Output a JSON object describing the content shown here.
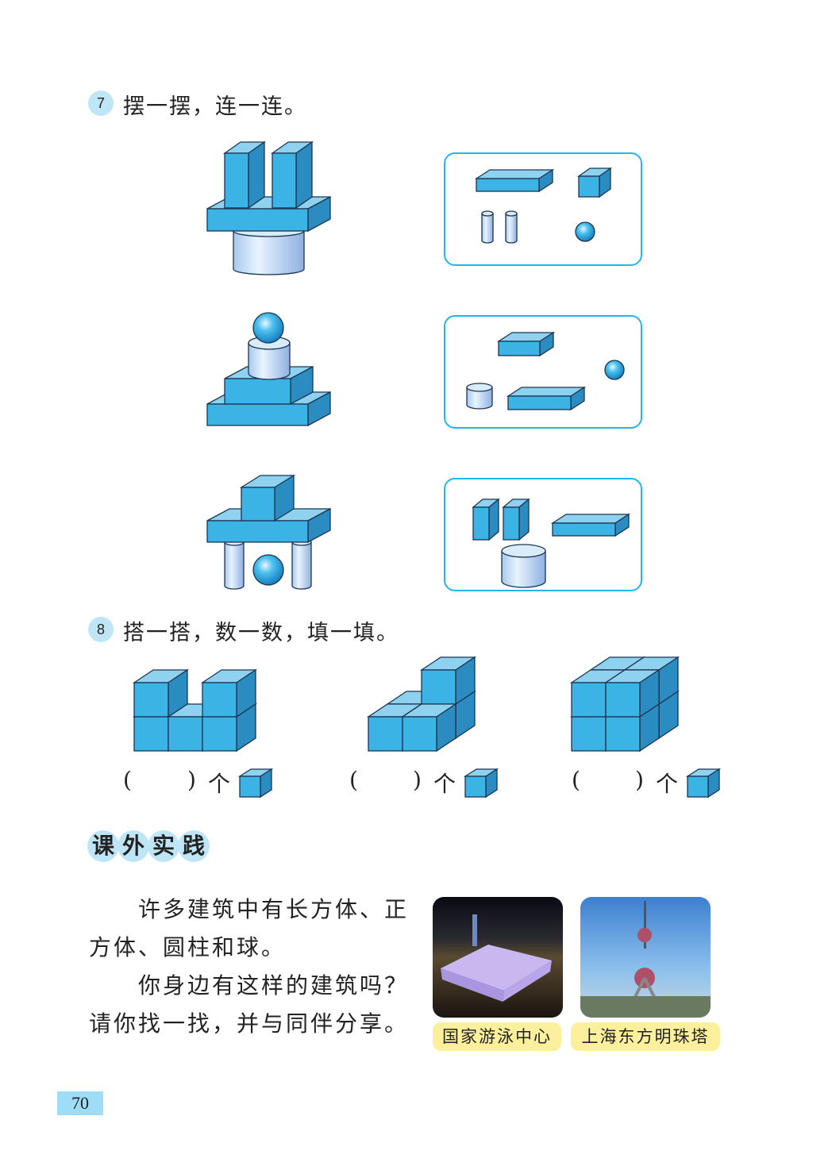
{
  "q7": {
    "number": "7",
    "title": "摆一摆，连一连。"
  },
  "q8": {
    "number": "8",
    "title": "搭一搭，数一数，填一填。",
    "answers": [
      {
        "open": "(",
        "close": ")",
        "unit": "个"
      },
      {
        "open": "(",
        "close": ")",
        "unit": "个"
      },
      {
        "open": "(",
        "close": ")",
        "unit": "个"
      }
    ]
  },
  "practice": {
    "title": [
      "课",
      "外",
      "实",
      "践"
    ],
    "para1": "许多建筑中有长方体、正方体、圆柱和球。",
    "para2": "你身边有这样的建筑吗？请你找一找，并与同伴分享。"
  },
  "photos": [
    {
      "caption": "国家游泳中心"
    },
    {
      "caption": "上海东方明珠塔"
    }
  ],
  "page_number": "70",
  "colors": {
    "front": "#3bb3e4",
    "top": "#8ed2ef",
    "side": "#2b8cc2",
    "border": "#22b6ea"
  }
}
